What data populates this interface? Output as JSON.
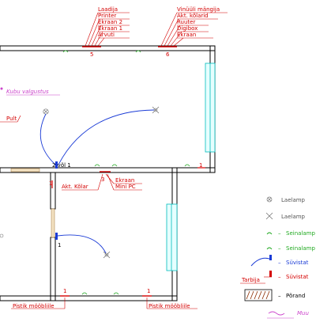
{
  "top_left_group": {
    "items": [
      "Laadija",
      "Printer",
      "Ekraan 2",
      "Ekraan 1",
      "Arvuti"
    ],
    "number": "5"
  },
  "top_right_group": {
    "items": [
      "Vinüüli mängija",
      "Akt. kõlarid",
      "Ruuter",
      "Digibox",
      "Ekraan"
    ],
    "number": "6"
  },
  "room_labels": {
    "light_label": "Kubu valgustus",
    "pult": "Pult",
    "switch_label": "2  võl 1",
    "ekraan": "Ekraan",
    "mini_pc": "Mini PC",
    "akt_kolar": "Akt. Kõlar",
    "num_3": "3",
    "num_1_right": "1",
    "num_1_door": "1",
    "num_1_bottom_left": "1",
    "num_1_bottom_right": "1",
    "pistik_left": "Pistik mööbliile",
    "pistik_right": "Pistik mööbliile"
  },
  "legend": {
    "items": [
      {
        "symbol": "ceiling-lamp",
        "label": "Laelamp"
      },
      {
        "symbol": "ceiling-lamp-x",
        "label": "Laelamp"
      },
      {
        "symbol": "wall-socket",
        "label": "Seinalamp"
      },
      {
        "symbol": "wall-socket-2",
        "label": "Seinalamp"
      },
      {
        "symbol": "switch-line",
        "label": "Süvistat"
      },
      {
        "symbol": "switch-red",
        "label": "Süvistat"
      },
      {
        "symbol": "floor-hatch",
        "label": "Põrand"
      }
    ],
    "tarbija": "Tarbija",
    "muu": "Muu"
  },
  "colors": {
    "wall": "#000000",
    "window": "#00cccc",
    "annotation": "#d40000",
    "wiring": "#1a3bd6",
    "socket": "#22aa22",
    "light_label": "#cc44cc"
  }
}
